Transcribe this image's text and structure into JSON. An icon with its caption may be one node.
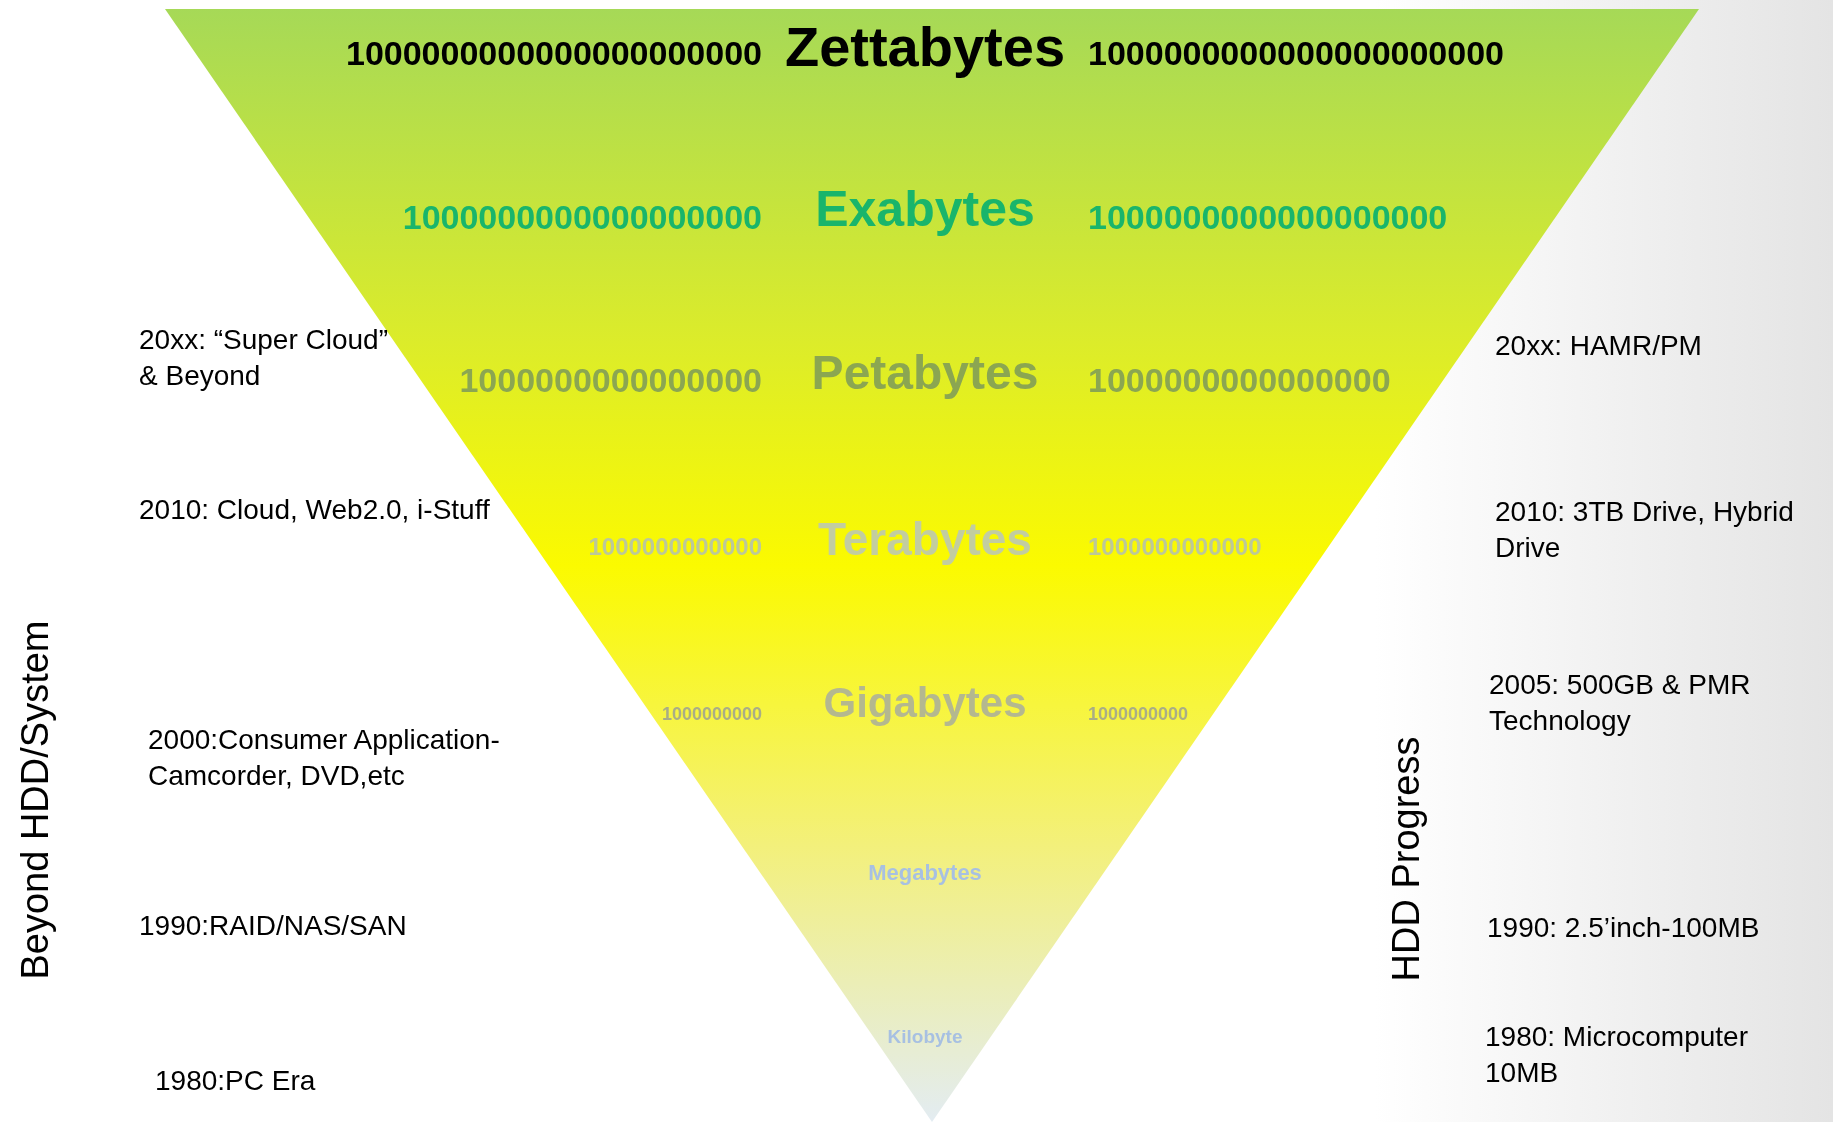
{
  "diagram": {
    "nodes": [
      {
        "text": [
          "1000000000000000000000",
          "Zettabytes",
          "1000000000000000000000",
          "1000000000000000000",
          "Exabytes",
          "1000000000000000000",
          "1000000000000000",
          "Petabytes",
          "1000000000000000",
          "1000000000000",
          "Terabytes",
          "1000000000000",
          "1000000000",
          "Gigabytes",
          "1000000000",
          "Megabytes",
          "Kilobyte"
        ]
      }
    ],
    "edges": [],
    "labels": [
      "20xx: “Super Cloud” & Beyond",
      "2010: Cloud, Web2.0, i-Stuff",
      "2000:Consumer Application-Camcorder, DVD,etc",
      "1990:RAID/NAS/SAN",
      "1980:PC Era",
      "Beyond HDD/System",
      "20xx: HAMR/PM",
      "2010: 3TB Drive, Hybrid Drive",
      "2005: 500GB & PMR Technology",
      "1990: 2.5’inch-100MB",
      "1980: Microcomputer 10MB",
      "HDD Progress"
    ]
  }
}
